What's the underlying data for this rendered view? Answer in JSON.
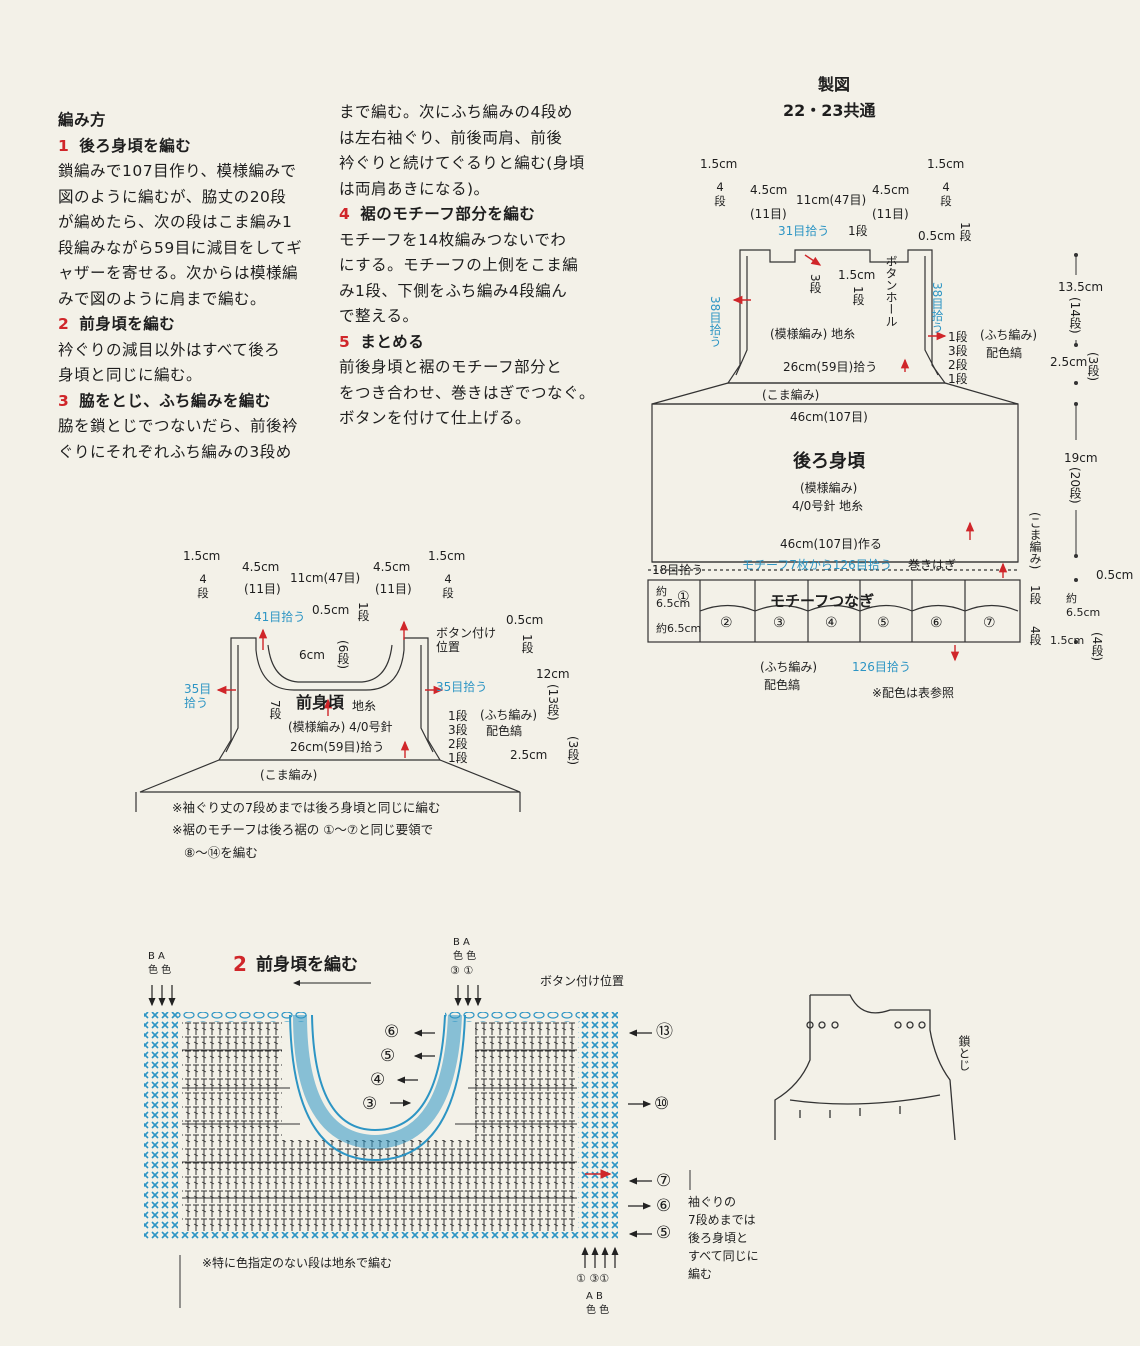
{
  "instructions": {
    "title": "編み方",
    "col1": [
      {
        "num": "1",
        "head": "後ろ身頃を編む"
      },
      {
        "text": "鎖編みで107目作り、模様編みで"
      },
      {
        "text": "図のように編むが、脇丈の20段"
      },
      {
        "text": "が編めたら、次の段はこま編み1"
      },
      {
        "text": "段編みながら59目に減目をしてギ"
      },
      {
        "text": "ャザーを寄せる。次からは模様編"
      },
      {
        "text": "みで図のように肩まで編む。"
      },
      {
        "num": "2",
        "head": "前身頃を編む"
      },
      {
        "text": "衿ぐりの減目以外はすべて後ろ"
      },
      {
        "text": "身頃と同じに編む。"
      },
      {
        "num": "3",
        "head": "脇をとじ、ふち編みを編む"
      },
      {
        "text": "脇を鎖とじでつないだら、前後衿"
      },
      {
        "text": "ぐりにそれぞれふち編みの3段め"
      }
    ],
    "col2": [
      {
        "text": "まで編む。次にふち編みの4段め"
      },
      {
        "text": "は左右袖ぐり、前後両肩、前後"
      },
      {
        "text": "衿ぐりと続けてぐるりと編む(身頃"
      },
      {
        "text": "は両肩あきになる)。"
      },
      {
        "num": "4",
        "head": "裾のモチーフ部分を編む"
      },
      {
        "text": "モチーフを14枚編みつないでわ"
      },
      {
        "text": "にする。モチーフの上側をこま編"
      },
      {
        "text": "み1段、下側をふち編み4段編ん"
      },
      {
        "text": "で整える。"
      },
      {
        "num": "5",
        "head": "まとめる"
      },
      {
        "text": "前後身頃と裾のモチーフ部分と"
      },
      {
        "text": "をつき合わせ、巻きはぎでつなぐ。"
      },
      {
        "text": "ボタンを付けて仕上げる。"
      }
    ]
  },
  "seizu": {
    "title": "製図",
    "subtitle": "22・23共通"
  },
  "back": {
    "top_dims": {
      "a": "1.5cm",
      "a2": "4",
      "a3": "段",
      "b": "4.5cm",
      "b2": "(11目)",
      "c": "11cm(47目)",
      "d": "4.5cm",
      "d2": "(11目)",
      "e": "1.5cm",
      "e2": "4",
      "e3": "段"
    },
    "pick31": "31目拾う",
    "one_dan_top": "1段",
    "cm05": "0.5cm",
    "one_dan_r": "1段",
    "cm15": "1.5cm",
    "one_dan_mid": "1段",
    "three_dan": "3段",
    "button_hole": "ボタンホール",
    "left38": "38目拾う",
    "right38": "38目拾う",
    "pattern": "(模様編み) 地糸",
    "edge_rows": [
      "1段",
      "3段",
      "2段",
      "1段"
    ],
    "edge_label": "(ふち編み)",
    "edge_color": "配色縞",
    "pick26": "26cm(59目)拾う",
    "koma": "(こま編み)",
    "width46": "46cm(107目)",
    "title": "後ろ身頃",
    "sub1": "(模様編み)",
    "sub2": "4/0号針 地糸",
    "cast": "46cm(107目)作る",
    "pick18": "18目拾う",
    "motif_pick": "モチーフ7枚から126目拾う",
    "makihagi": "巻きはぎ",
    "motif_title": "モチーフつなぎ",
    "motif_nums": [
      "①",
      "②",
      "③",
      "④",
      "⑤",
      "⑥",
      "⑦"
    ],
    "approx_label": "約6.5cm",
    "approx2": "約6.5cm",
    "fuchi": "(ふち編み)",
    "haishoku": "配色縞",
    "pick126": "126目拾う",
    "note": "※配色は表参照",
    "right_dims": [
      {
        "cm": "13.5cm",
        "rows": "(14段)"
      },
      {
        "cm": "2.5cm",
        "rows": "(3段)"
      },
      {
        "cm": "19cm",
        "rows": "(20段)"
      },
      {
        "cm": "0.5cm",
        "rows": ""
      },
      {
        "cm": "約6.5cm",
        "rows": ""
      },
      {
        "cm": "1.5cm",
        "rows": "(4段)"
      }
    ],
    "side_koma": "(こま編み)",
    "side_1dan": "1段",
    "side_4dan": "4段"
  },
  "front": {
    "top_dims": {
      "a": "1.5cm",
      "a2": "4",
      "a3": "段",
      "b": "4.5cm",
      "b2": "(11目)",
      "c": "11cm(47目)",
      "d": "4.5cm",
      "d2": "(11目)",
      "e": "1.5cm",
      "e2": "4",
      "e3": "段"
    },
    "pick41": "41目拾う",
    "cm05": "0.5cm",
    "one_dan": "1段",
    "button_pos": "ボタン付け位置",
    "cm6": "6cm",
    "six_dan": "(6段)",
    "left35": "35目拾う",
    "right35": "35目拾う",
    "seven_dan": "7段",
    "title": "前身頃",
    "jiito": "地糸",
    "sub": "(模様編み) 4/0号針",
    "pick26": "26cm(59目)拾う",
    "koma": "(こま編み)",
    "edge_rows": [
      "1段",
      "3段",
      "2段",
      "1段"
    ],
    "edge_label": "(ふち編み)",
    "edge_color": "配色縞",
    "r_cm05": "0.5cm",
    "r_1dan": "1段",
    "r_12cm": "12cm",
    "r_13": "(13段)",
    "r_25": "2.5cm",
    "r_3": "(3段)",
    "note1": "※袖ぐり丈の7段めまでは後ろ身頃と同じに編む",
    "note2": "※裾のモチーフは後ろ裾の ①～⑦と同じ要領で",
    "note3": "⑧～⑭を編む"
  },
  "chart": {
    "number": "2",
    "title": "前身頃を編む",
    "ba_left": "B A",
    "color_left": "色 色",
    "ba_mid": "B A",
    "color_mid": "色 色",
    "mid_nums": "③ ①",
    "button_pos": "ボタン付け位置",
    "left_rows": [
      "⑥",
      "⑤",
      "④",
      "③"
    ],
    "right_rows": [
      "⑬",
      "⑩",
      "⑦",
      "⑥",
      "⑤"
    ],
    "side_note": [
      "袖ぐりの",
      "7段めまでは",
      "後ろ身頃と",
      "すべて同じに",
      "編む"
    ],
    "bottom_nums": "①  ③①",
    "bottom_ab": "A B",
    "bottom_color": "色 色",
    "footer": "※特に色指定のない段は地糸で編む"
  },
  "sketch": {
    "label": "鎖とじ"
  }
}
